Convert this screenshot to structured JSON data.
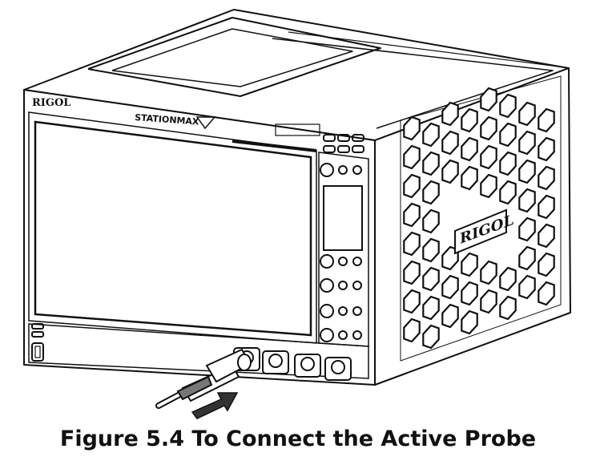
{
  "figure": {
    "brand_front": "RIGOL",
    "brand_side": "RIGOL",
    "model": "STATIONMAX",
    "colors": {
      "line": "#111111",
      "fill": "#ffffff",
      "arrow": "#333333"
    },
    "icons": [
      "probe-icon",
      "push-arrow-icon",
      "usb-port-icon"
    ]
  },
  "caption": "Figure 5.4 To Connect the Active Probe"
}
